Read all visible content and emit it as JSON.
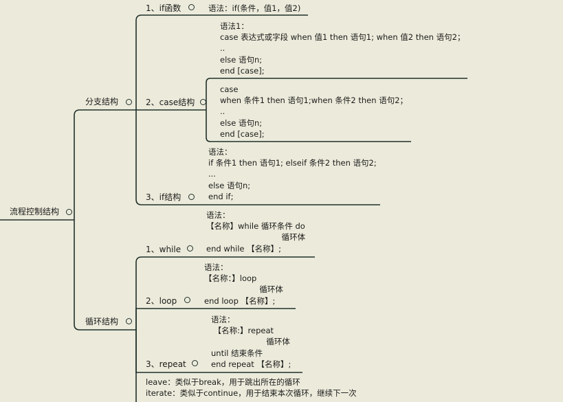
{
  "root": {
    "label": "流程控制结构"
  },
  "branch": {
    "label": "分支结构",
    "if_func": {
      "label": "1、if函数",
      "syntax": "语法：if(条件，值1，值2)"
    },
    "case": {
      "label": "2、case结构",
      "syntax1": [
        "语法1：",
        "case 表达式或字段 when 值1 then 语句1; when 值2 then 语句2；",
        "..",
        "else 语句n;",
        "end [case];"
      ],
      "syntax2": [
        "case",
        "when 条件1 then 语句1;when 条件2 then 语句2；",
        "..",
        "else 语句n;",
        "end [case];"
      ]
    },
    "if_struct": {
      "label": "3、if结构",
      "syntax": [
        "语法：",
        "if 条件1 then 语句1; elseif 条件2 then 语句2;",
        "...",
        "else 语句n;",
        "end if;"
      ]
    }
  },
  "loop": {
    "label": "循环结构",
    "while": {
      "label": "1、while",
      "syntax": [
        "语法：",
        "【名称】while 循环条件 do",
        "                              循环体",
        "end while 【名称】;"
      ]
    },
    "loop": {
      "label": "2、loop",
      "syntax": [
        "语法：",
        "【名称：】loop",
        "                      循环体",
        "end loop 【名称】;"
      ]
    },
    "repeat": {
      "label": "3、repeat",
      "syntax": [
        "语法：",
        " 【名称:】repeat",
        "                      循环体",
        "until 结束条件",
        "end repeat 【名称】;"
      ]
    },
    "notes": [
      "leave：类似于break，用于跳出所在的循环",
      "iterate：类似于continue，用于结束本次循环，继续下一次"
    ]
  }
}
